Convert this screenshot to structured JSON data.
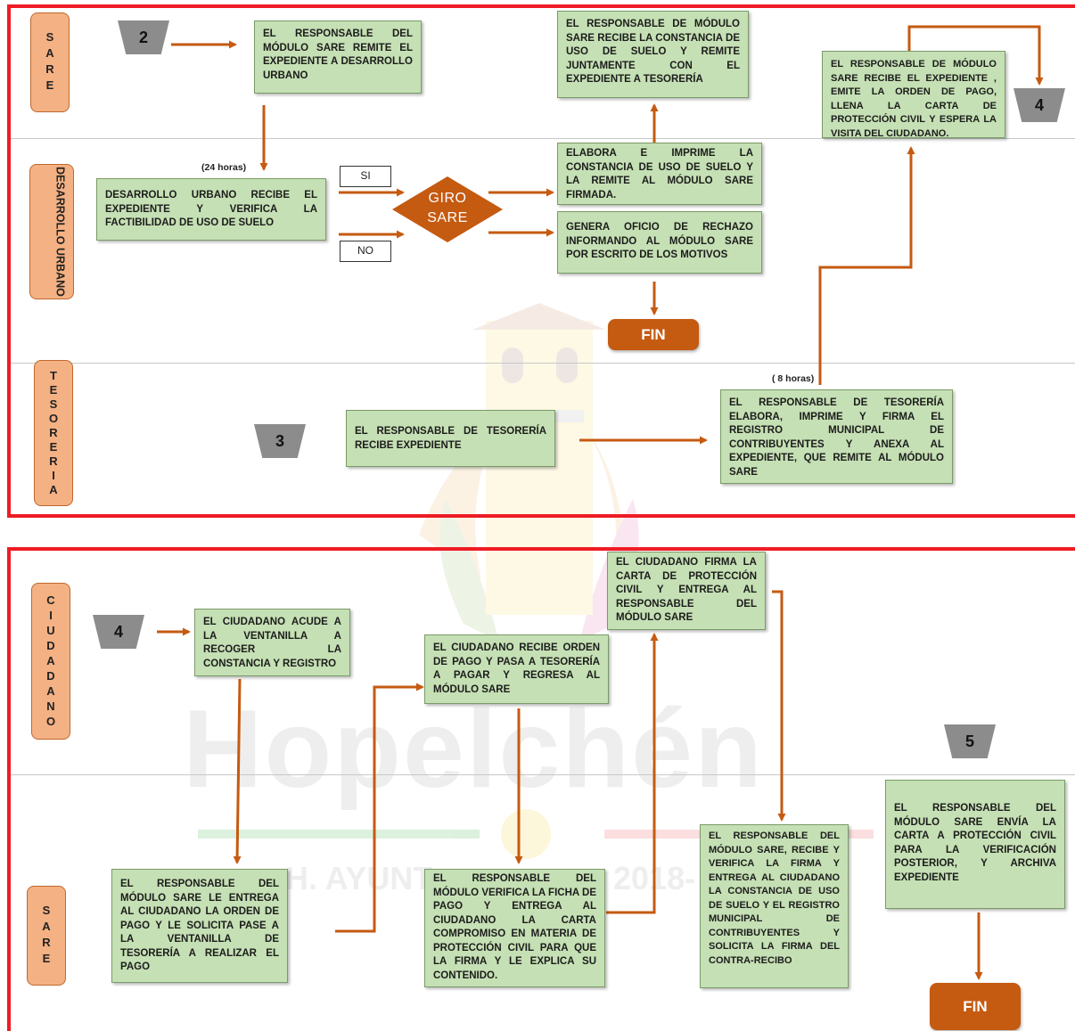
{
  "lanes": {
    "sare_top": "SARE",
    "desarrollo_urbano": "DESARROLLO URBANO",
    "tesoreria": "TESORERIA",
    "ciudadano": "CIUDADANO",
    "sare_bottom": "SARE"
  },
  "markers": {
    "m2": "2",
    "m3": "3",
    "m4_top": "4",
    "m4_bottom": "4",
    "m5": "5"
  },
  "labels": {
    "time_24": "(24 horas)",
    "time_8": "( 8 horas)",
    "si": "SI",
    "no": "NO",
    "decision": "GIRO SARE",
    "fin_top": "FIN",
    "fin_bottom": "FIN"
  },
  "boxes": {
    "sare_remite": "EL RESPONSABLE DEL MÓDULO SARE REMITE EL EXPEDIENTE A DESARROLLO URBANO",
    "sare_recibe_constancia": "EL RESPONSABLE DE MÓDULO SARE RECIBE LA CONSTANCIA DE USO DE SUELO Y REMITE JUNTAMENTE CON EL EXPEDIENTE A TESORERÍA",
    "sare_recibe_expediente": "EL RESPONSABLE DE MÓDULO SARE RECIBE EL EXPEDIENTE , EMITE LA ORDEN DE PAGO, LLENA LA CARTA DE PROTECCIÓN CIVIL Y ESPERA LA VISITA DEL CIUDADANO.",
    "du_recibe": "DESARROLLO URBANO RECIBE EL EXPEDIENTE Y VERIFICA LA FACTIBILIDAD DE USO DE SUELO",
    "du_elabora": "ELABORA E IMPRIME LA CONSTANCIA DE USO DE SUELO Y LA REMITE AL MÓDULO SARE FIRMADA.",
    "du_rechazo": "GENERA OFICIO DE RECHAZO INFORMANDO AL MÓDULO SARE POR ESCRITO DE LOS MOTIVOS",
    "tes_recibe": "EL RESPONSABLE DE TESORERÍA RECIBE EXPEDIENTE",
    "tes_elabora": "EL RESPONSABLE DE TESORERÍA ELABORA, IMPRIME Y FIRMA EL REGISTRO MUNICIPAL DE CONTRIBUYENTES Y ANEXA AL EXPEDIENTE, QUE REMITE AL MÓDULO SARE",
    "ciu_acude": "EL CIUDADANO ACUDE A LA VENTANILLA A RECOGER LA CONSTANCIA Y REGISTRO",
    "ciu_recibe_orden": "EL CIUDADANO RECIBE ORDEN DE PAGO Y PASA A TESORERÍA A PAGAR Y REGRESA AL MÓDULO SARE",
    "ciu_firma": "EL CIUDADANO FIRMA LA CARTA DE PROTECCIÓN CIVIL Y ENTREGA AL RESPONSABLE DEL MÓDULO SARE",
    "sare_entrega_orden": "EL RESPONSABLE DEL MÓDULO SARE LE ENTREGA AL CIUDADANO LA ORDEN DE PAGO Y LE SOLICITA PASE A LA VENTANILLA DE TESORERÍA A REALIZAR EL PAGO",
    "sare_verifica_ficha": "EL RESPONSABLE DEL MÓDULO VERIFICA LA FICHA DE PAGO Y ENTREGA AL CIUDADANO LA CARTA COMPROMISO EN MATERIA DE PROTECCIÓN CIVIL PARA QUE LA FIRMA Y LE EXPLICA SU CONTENIDO.",
    "sare_recibe_firma": "EL RESPONSABLE DEL MÓDULO SARE, RECIBE Y VERIFICA LA FIRMA Y ENTREGA AL CIUDADANO LA CONSTANCIA DE USO DE SUELO Y EL REGISTRO MUNICIPAL DE CONTRIBUYENTES Y SOLICITA LA FIRMA DEL CONTRA-RECIBO",
    "sare_envia_carta": "EL RESPONSABLE DEL MÓDULO SARE ENVÍA LA CARTA A PROTECCIÓN CIVIL PARA LA VERIFICACIÓN POSTERIOR, Y ARCHIVA EXPEDIENTE"
  },
  "watermark": {
    "title": "Hopelchén",
    "sub_left": "H. AYUNT",
    "sub_right": "2018-"
  },
  "colors": {
    "frame": "#ee1c24",
    "box_fill": "#c5e0b4",
    "lane_tab": "#f4b183",
    "arrow": "#c55a11",
    "decision": "#c55a11",
    "marker": "#8c8c8c"
  }
}
